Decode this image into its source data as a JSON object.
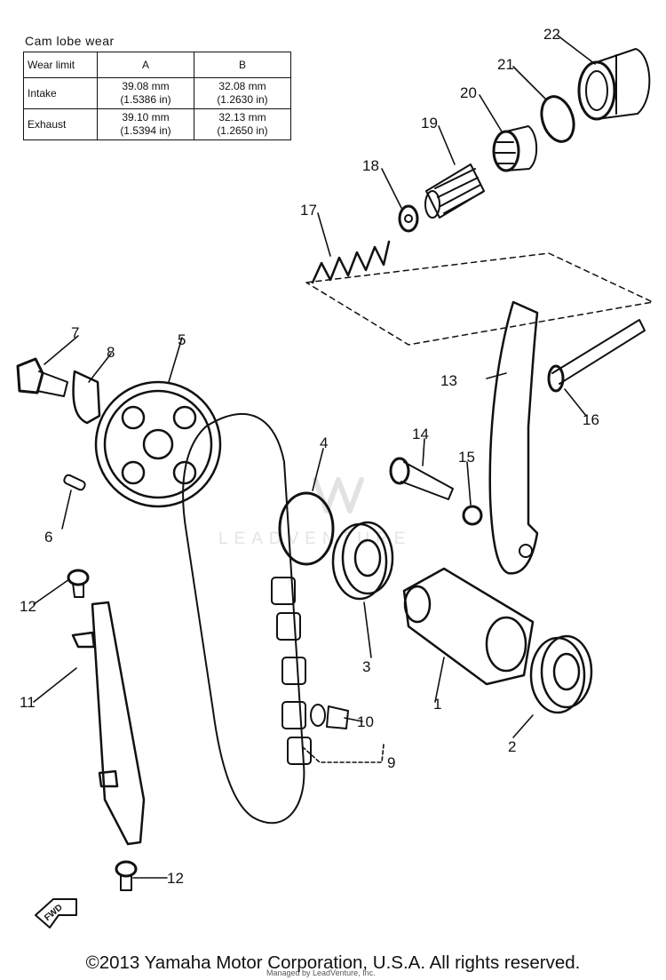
{
  "caption": "Cam lobe wear",
  "wear_table": {
    "header": [
      "Wear limit",
      "A",
      "B"
    ],
    "rows": [
      {
        "label": "Intake",
        "a_mm": "39.08 mm",
        "a_in": "(1.5386 in)",
        "b_mm": "32.08 mm",
        "b_in": "(1.2630 in)"
      },
      {
        "label": "Exhaust",
        "a_mm": "39.10 mm",
        "a_in": "(1.5394 in)",
        "b_mm": "32.13 mm",
        "b_in": "(1.2650 in)"
      }
    ]
  },
  "part_numbers": [
    "1",
    "2",
    "3",
    "4",
    "5",
    "6",
    "7",
    "8",
    "9",
    "10",
    "11",
    "12",
    "12",
    "13",
    "14",
    "15",
    "16",
    "17",
    "18",
    "19",
    "20",
    "21",
    "22"
  ],
  "fwd_label": "FWD",
  "watermark": "LEADVENTURE",
  "footer_sub": "Managed by LeadVenture, Inc.",
  "footer": "©2013 Yamaha Motor Corporation, U.S.A. All rights reserved."
}
